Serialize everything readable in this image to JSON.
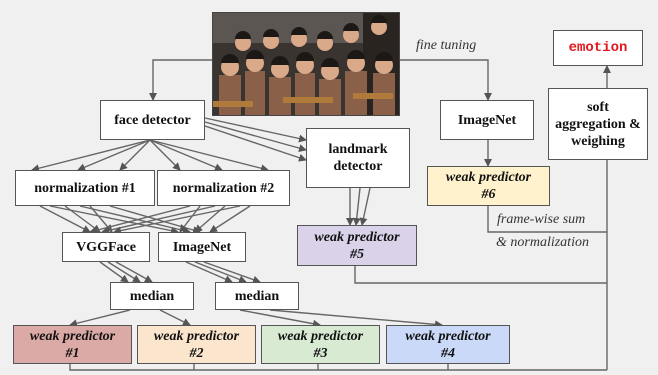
{
  "nodes": {
    "face_detector": "face detector",
    "normalization_1": "normalization #1",
    "normalization_2": "normalization #2",
    "landmark_detector": "landmark detector",
    "vggface": "VGGFace",
    "imagenet_left": "ImageNet",
    "imagenet_top": "ImageNet",
    "median_1": "median",
    "median_2": "median",
    "aggregation": "soft aggregation & weighing",
    "emotion": "emotion"
  },
  "predictors": {
    "p1": {
      "line1": "weak predictor",
      "line2": "#1",
      "color": "#dcaaa6"
    },
    "p2": {
      "line1": "weak predictor",
      "line2": "#2",
      "color": "#fbe5cd"
    },
    "p3": {
      "line1": "weak predictor",
      "line2": "#3",
      "color": "#d9ead3"
    },
    "p4": {
      "line1": "weak predictor",
      "line2": "#4",
      "color": "#c9d9f7"
    },
    "p5": {
      "line1": "weak predictor",
      "line2": "#5",
      "color": "#d9d2e9"
    },
    "p6": {
      "line1": "weak predictor",
      "line2": "#6",
      "color": "#fff2cc"
    }
  },
  "annotations": {
    "fine_tuning": "fine tuning",
    "frame_sum_line1": "frame-wise sum",
    "frame_sum_line2": "& normalization"
  },
  "photo": {
    "description": "group of children in a choir"
  }
}
